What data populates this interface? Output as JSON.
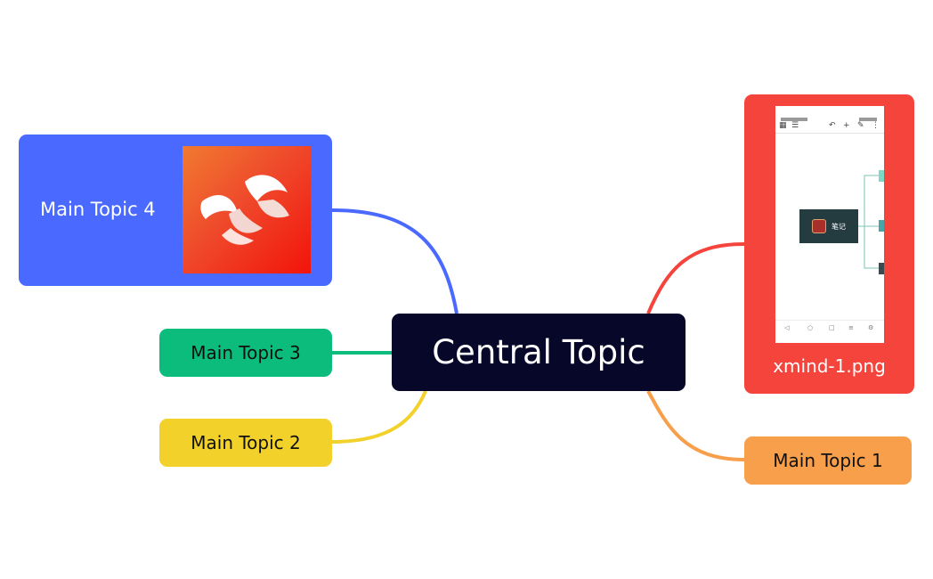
{
  "central": {
    "label": "Central Topic"
  },
  "topics": [
    {
      "label": "Main Topic 4",
      "color": "#4a6aff",
      "icon": "xmind-logo"
    },
    {
      "label": "Main Topic 3",
      "color": "#0cbc7c"
    },
    {
      "label": "Main Topic 2",
      "color": "#f2d12a"
    },
    {
      "label": "Main Topic 1",
      "color": "#f89f4b"
    }
  ],
  "image_topic": {
    "caption": "xmind-1.png",
    "color": "#f5443c",
    "screenshot": {
      "note_label": "笔记",
      "toolbar_icons": [
        "grid-icon",
        "list-icon",
        "undo-icon",
        "add-icon",
        "style-icon",
        "more-icon"
      ],
      "bottom_icons": [
        "back-icon",
        "home-icon",
        "square-icon",
        "menu-icon",
        "settings-icon"
      ]
    }
  },
  "connector_colors": {
    "topic4": "#4a6aff",
    "topic3": "#0cbc7c",
    "topic2": "#f2d12a",
    "topic1": "#f89f4b",
    "image": "#f5443c"
  }
}
